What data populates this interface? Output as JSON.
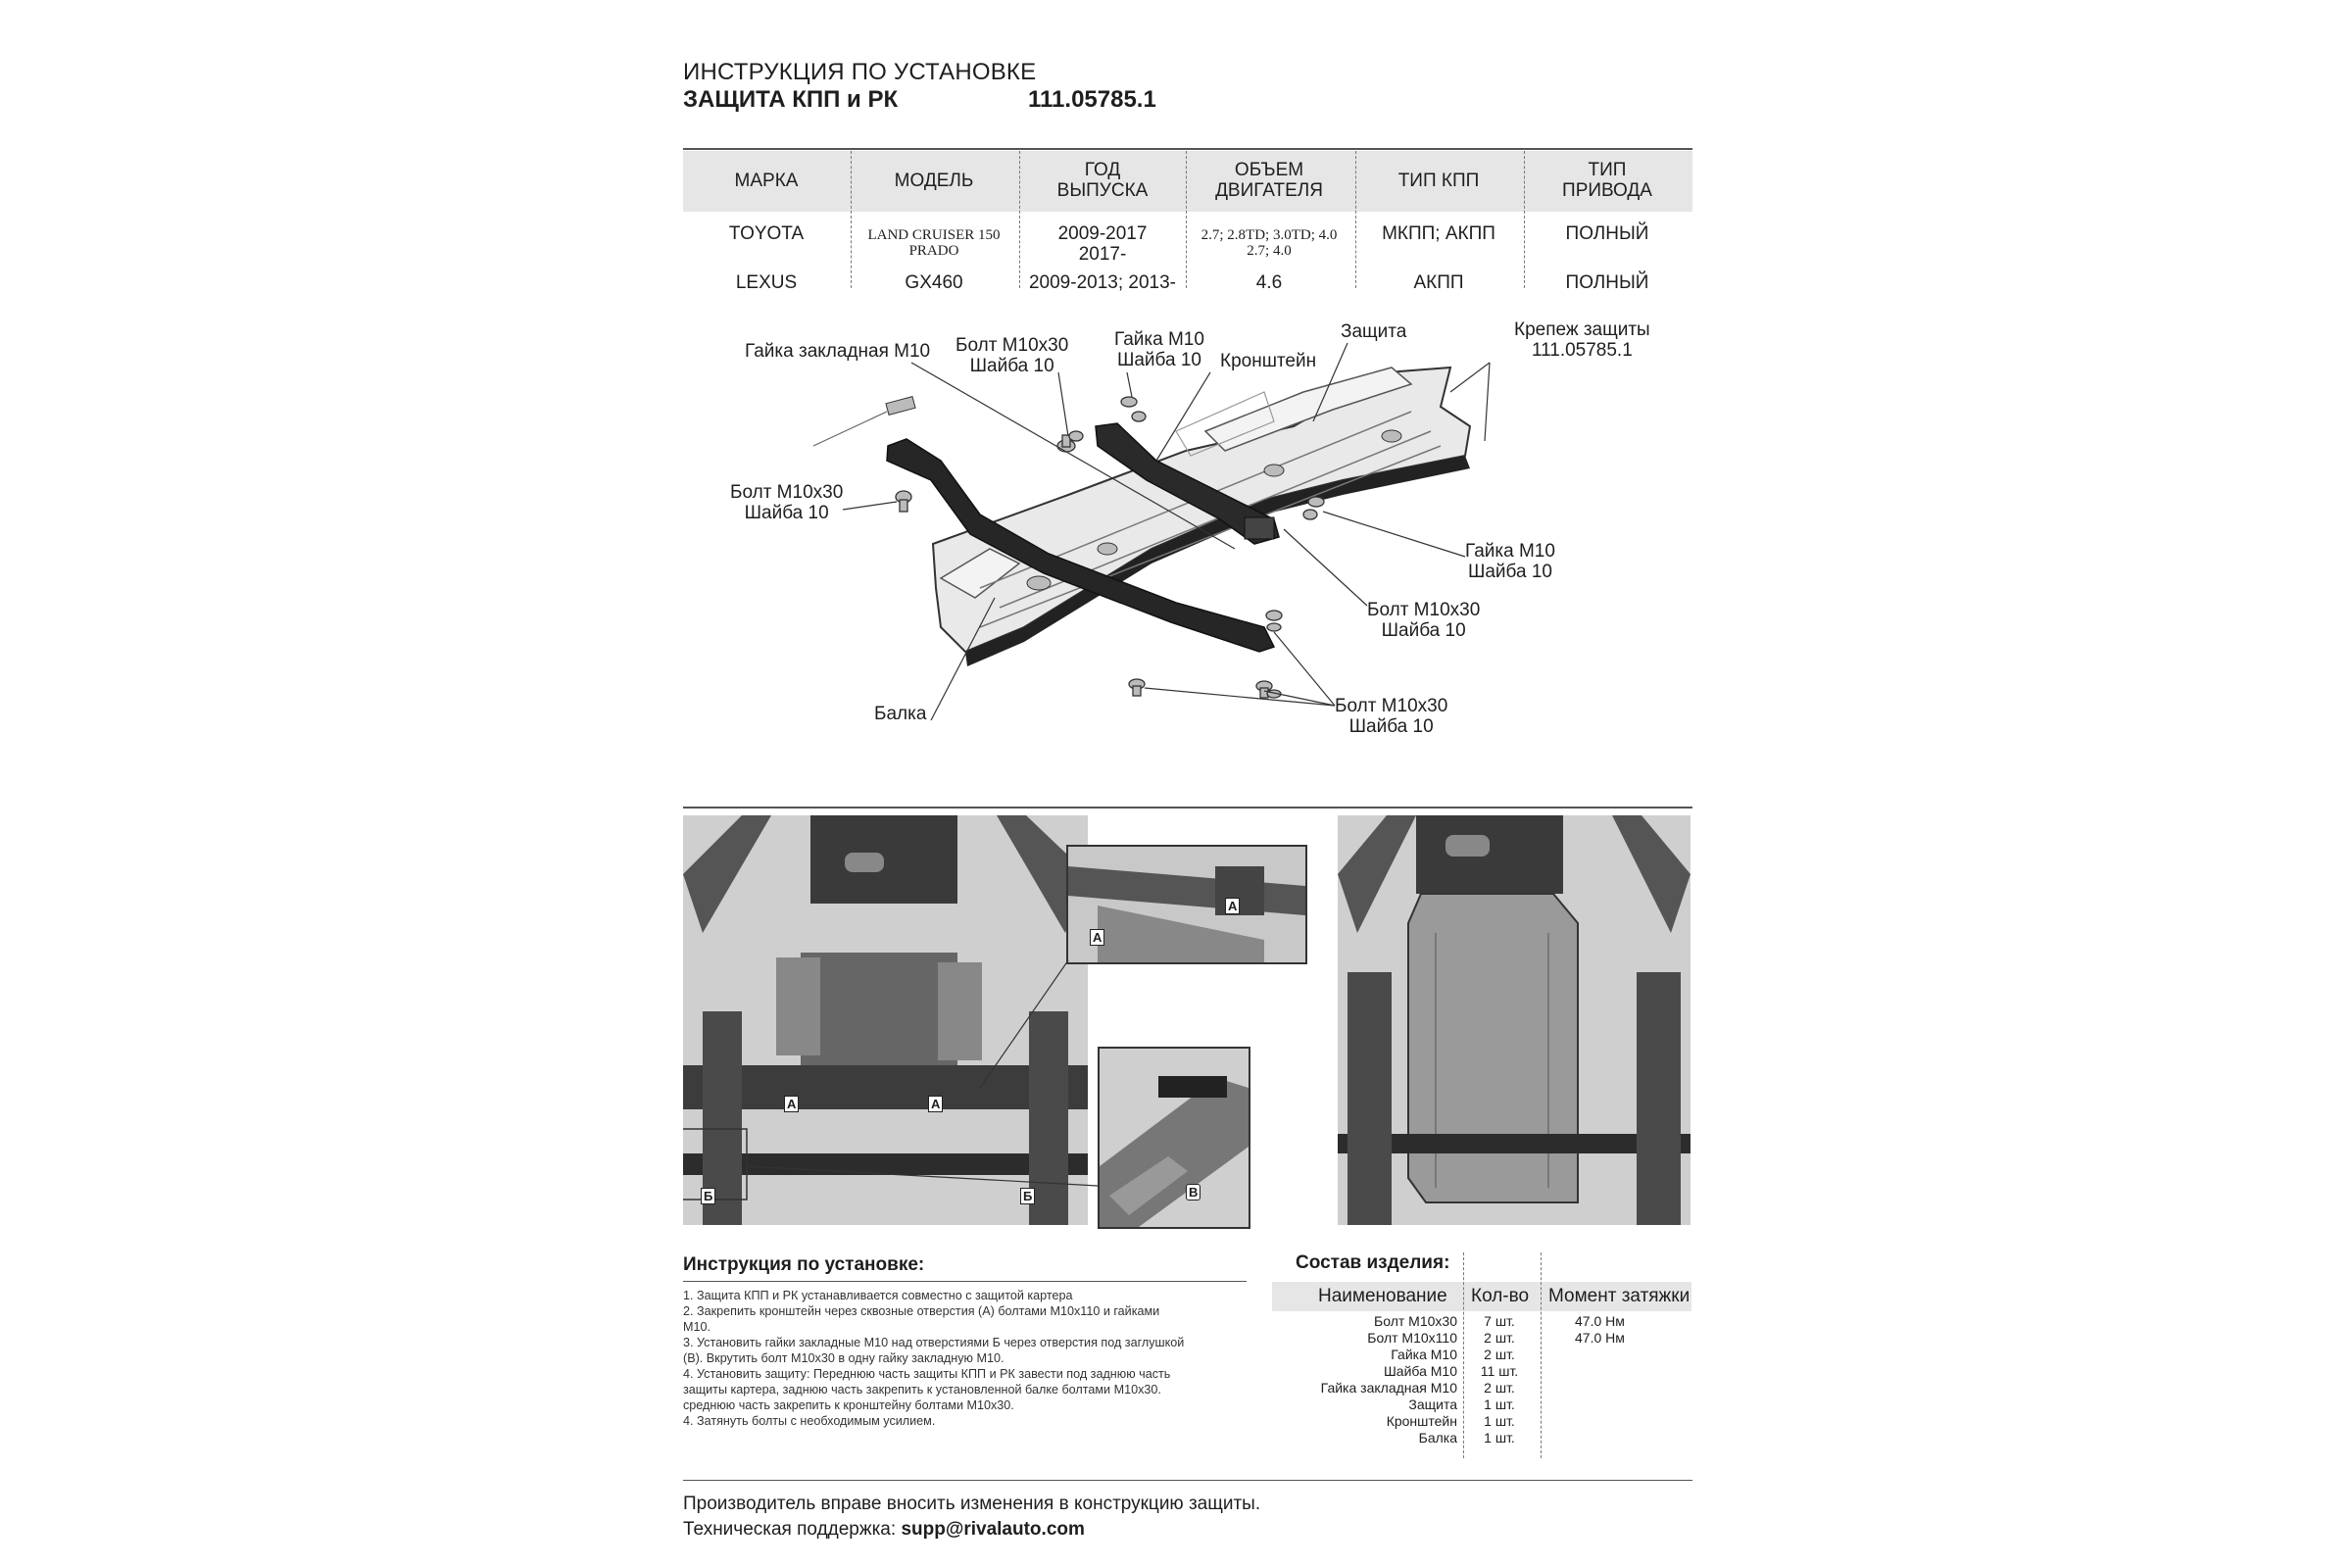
{
  "header": {
    "line1": "ИНСТРУКЦИЯ ПО УСТАНОВКЕ",
    "line2": "ЗАЩИТА КПП и РК",
    "code": "111.05785.1"
  },
  "table": {
    "headers": [
      [
        "МАРКА"
      ],
      [
        "МОДЕЛЬ"
      ],
      [
        "ГОД",
        "ВЫПУСКА"
      ],
      [
        "ОБЪЕМ",
        "ДВИГАТЕЛЯ"
      ],
      [
        "ТИП КПП"
      ],
      [
        "ТИП",
        "ПРИВОДА"
      ]
    ],
    "rows": [
      {
        "brand": "TOYOTA",
        "model": [
          "LAND CRUISER 150",
          "PRADO"
        ],
        "year": [
          "2009-2017",
          "2017-"
        ],
        "engine": [
          "2.7; 2.8TD; 3.0TD; 4.0",
          "2.7; 4.0"
        ],
        "gearbox": "МКПП; АКПП",
        "drive": "ПОЛНЫЙ"
      },
      {
        "brand": "LEXUS",
        "model": [
          "GX460"
        ],
        "year": [
          "2009-2013; 2013-"
        ],
        "engine": [
          "4.6"
        ],
        "gearbox": "АКПП",
        "drive": "ПОЛНЫЙ"
      }
    ]
  },
  "diagram_labels": {
    "nut_embedded": "Гайка закладная М10",
    "bolt_a": [
      "Болт М10х30",
      "Шайба 10"
    ],
    "nut_a": [
      "Гайка М10",
      "Шайба 10"
    ],
    "bracket": "Кронштейн",
    "guard": "Защита",
    "fastener": [
      "Крепеж защиты",
      "111.05785.1"
    ],
    "bolt_left": [
      "Болт М10х30",
      "Шайба 10"
    ],
    "nut_right": [
      "Гайка М10",
      "Шайба 10"
    ],
    "bolt_right": [
      "Болт М10х30",
      "Шайба 10"
    ],
    "beam": "Балка",
    "bolt_bottom": [
      "Болт М10х30",
      "Шайба 10"
    ]
  },
  "photo_markers": {
    "a": "А",
    "b": "Б",
    "v": "В"
  },
  "instructions": {
    "title": "Инструкция по установке:",
    "lines": [
      "1. Защита КПП и РК устанавливается совместно с защитой картера",
      "2. Закрепить кронштейн через сквозные отверстия (А) болтами М10х110 и гайками",
      "М10.",
      "3. Установить гайки закладные М10 над отверстиями Б через отверстия под заглушкой",
      "(В). Вкрутить болт М10х30 в одну гайку закладную М10.",
      "4. Установить защиту: Переднюю часть защиты КПП и РК завести под заднюю часть",
      "защиты картера, заднюю часть закрепить к установленной балке болтами М10х30.",
      "среднюю часть закрепить к кронштейну болтами М10х30.",
      "4. Затянуть болты с необходимым усилием."
    ]
  },
  "composition": {
    "title": "Состав изделия:",
    "col_name": "Наименование",
    "col_qty": "Кол-во",
    "col_torque": "Момент затяжки",
    "items": [
      {
        "name": "Болт М10х30",
        "qty": "7 шт.",
        "torque": "47.0 Нм"
      },
      {
        "name": "Болт М10х110",
        "qty": "2 шт.",
        "torque": "47.0 Нм"
      },
      {
        "name": "Гайка М10",
        "qty": "2 шт.",
        "torque": ""
      },
      {
        "name": "Шайба М10",
        "qty": "11 шт.",
        "torque": ""
      },
      {
        "name": "Гайка закладная М10",
        "qty": "2 шт.",
        "torque": ""
      },
      {
        "name": "Защита",
        "qty": "1 шт.",
        "torque": ""
      },
      {
        "name": "Кронштейн",
        "qty": "1 шт.",
        "torque": ""
      },
      {
        "name": "Балка",
        "qty": "1 шт.",
        "torque": ""
      }
    ]
  },
  "footer": {
    "notice": "Производитель вправе вносить изменения в конструкцию защиты.",
    "support_label": "Техническая поддержка:",
    "support_email": "supp@rivalauto.com"
  }
}
